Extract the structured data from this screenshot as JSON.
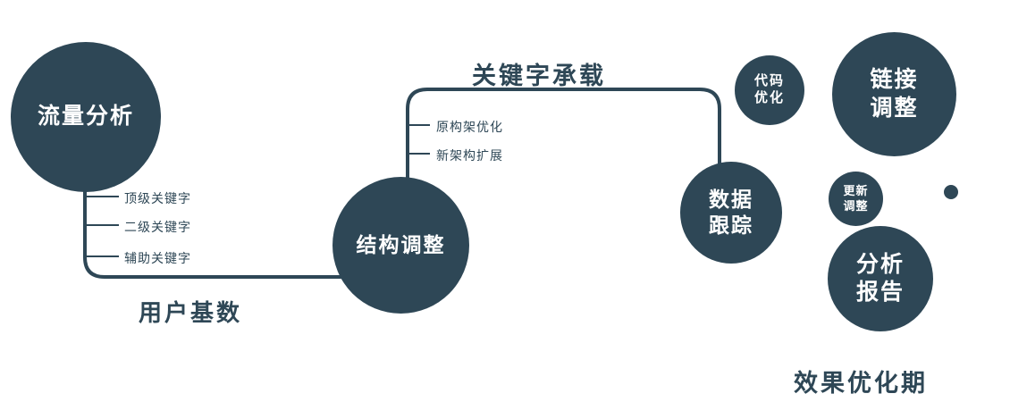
{
  "colors": {
    "primary": "#2e4756",
    "background": "#ffffff",
    "node_text": "#ffffff"
  },
  "nodes": {
    "traffic": {
      "label": "流量分析"
    },
    "structure": {
      "label": "结构调整"
    },
    "tracking": {
      "lines": [
        "数据",
        "跟踪"
      ]
    },
    "code": {
      "lines": [
        "代码",
        "优化"
      ]
    },
    "link": {
      "lines": [
        "链接",
        "调整"
      ]
    },
    "update": {
      "lines": [
        "更新",
        "调整"
      ]
    },
    "report": {
      "lines": [
        "分析",
        "报告"
      ]
    }
  },
  "edges": {
    "user_base": "用户基数",
    "keyword_carry": "关键字承载"
  },
  "branches": {
    "traffic": [
      "顶级关键字",
      "二级关键字",
      "辅助关键字"
    ],
    "structure": [
      "原构架优化",
      "新架构扩展"
    ]
  },
  "footer": "效果优化期"
}
